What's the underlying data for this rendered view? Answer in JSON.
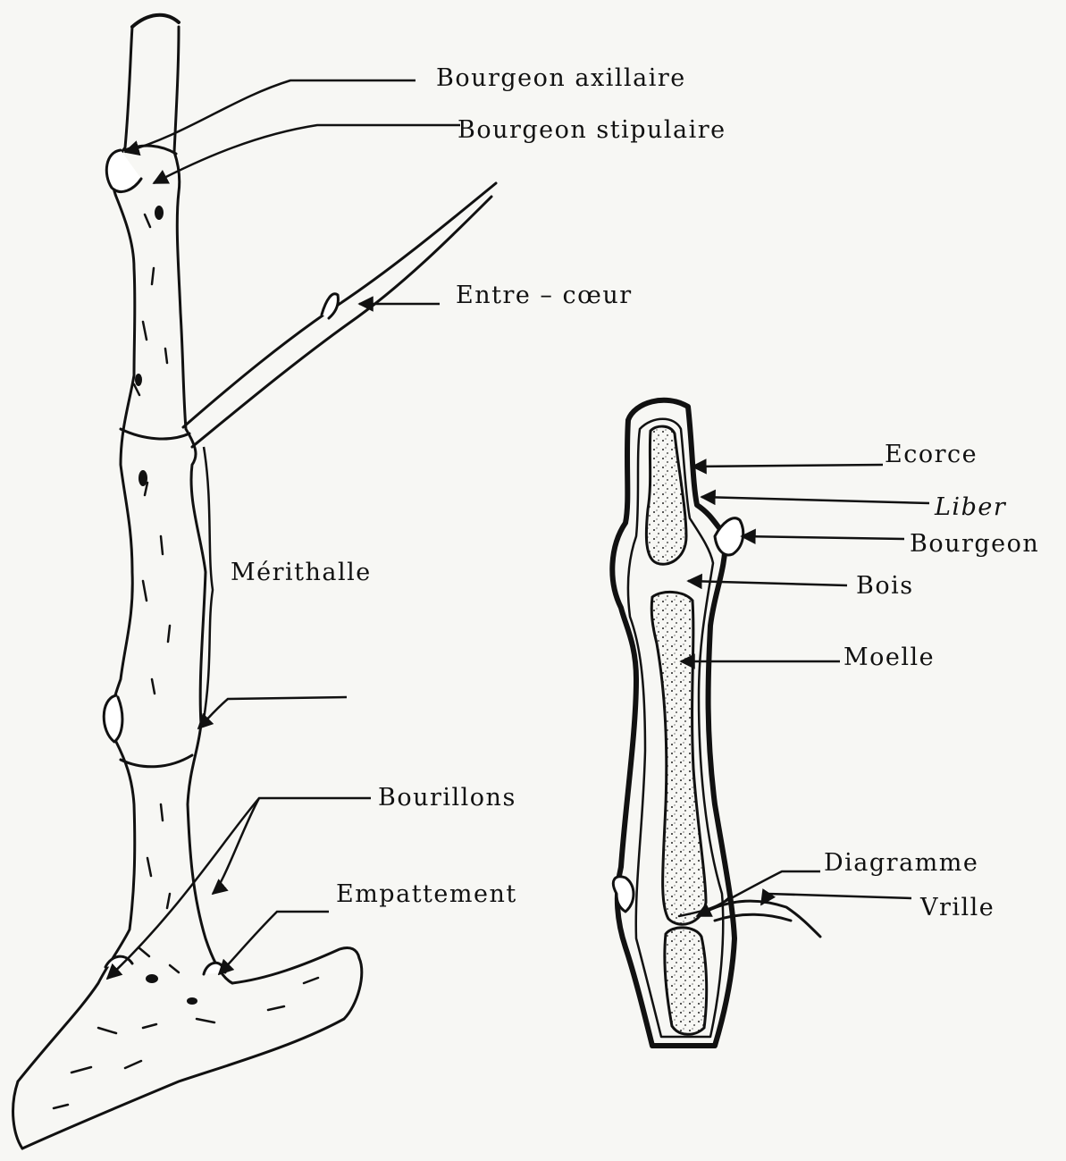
{
  "labels": {
    "bourgeon_axillaire": "Bourgeon axillaire",
    "bourgeon_stipulaire": "Bourgeon stipulaire",
    "entre_coeur": "Entre – cœur",
    "merithalle": "Mérithalle",
    "bourillons": "Bourillons",
    "empattement": "Empattement",
    "ecorce": "Ecorce",
    "liber": "Liber",
    "bourgeon": "Bourgeon",
    "bois": "Bois",
    "moelle": "Moelle",
    "diagramme": "Diagramme",
    "vrille": "Vrille"
  },
  "colors": {
    "ink": "#111111",
    "paper": "#f7f7f4",
    "pith_fill": "#ffffff"
  }
}
